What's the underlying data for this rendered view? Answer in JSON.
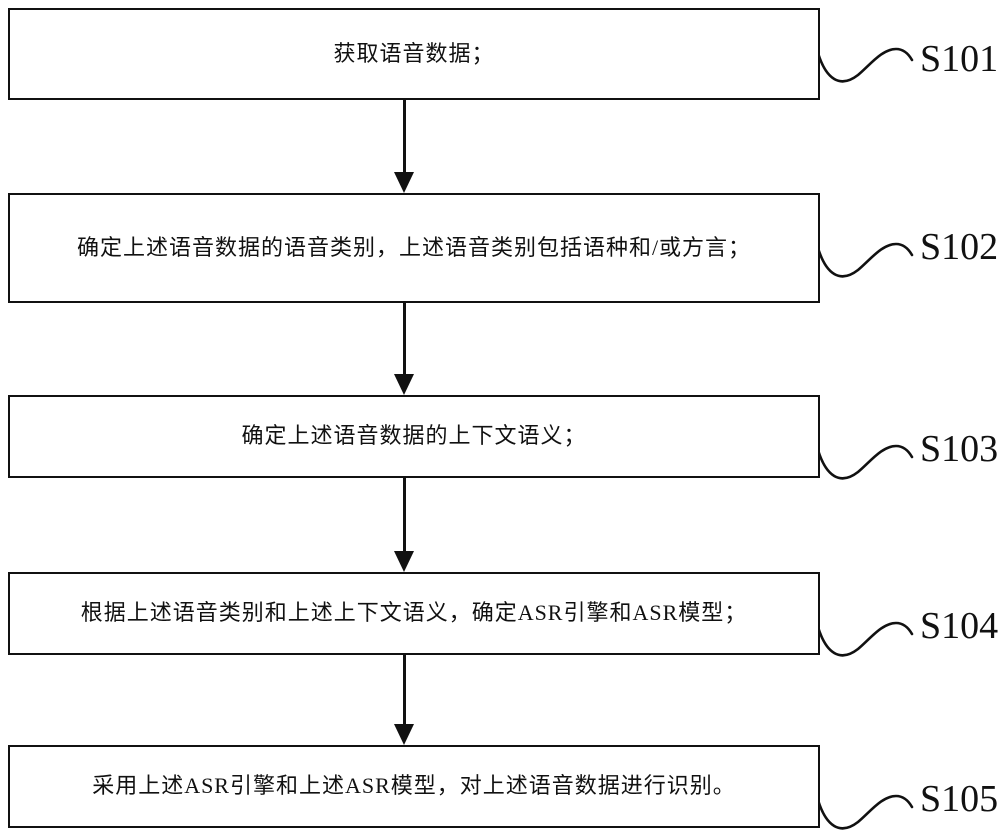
{
  "diagram": {
    "type": "flowchart",
    "orientation": "top-down",
    "background_color": "#ffffff",
    "line_color": "#111111",
    "steps": [
      {
        "label": "S101",
        "text": "获取语音数据；"
      },
      {
        "label": "S102",
        "text": "确定上述语音数据的语音类别，上述语音类别包括语种和/或方言；"
      },
      {
        "label": "S103",
        "text": "确定上述语音数据的上下文语义；"
      },
      {
        "label": "S104",
        "text": "根据上述语音类别和上述上下文语义，确定ASR引擎和ASR模型；"
      },
      {
        "label": "S105",
        "text": "采用上述ASR引擎和上述ASR模型，对上述语音数据进行识别。"
      }
    ]
  }
}
